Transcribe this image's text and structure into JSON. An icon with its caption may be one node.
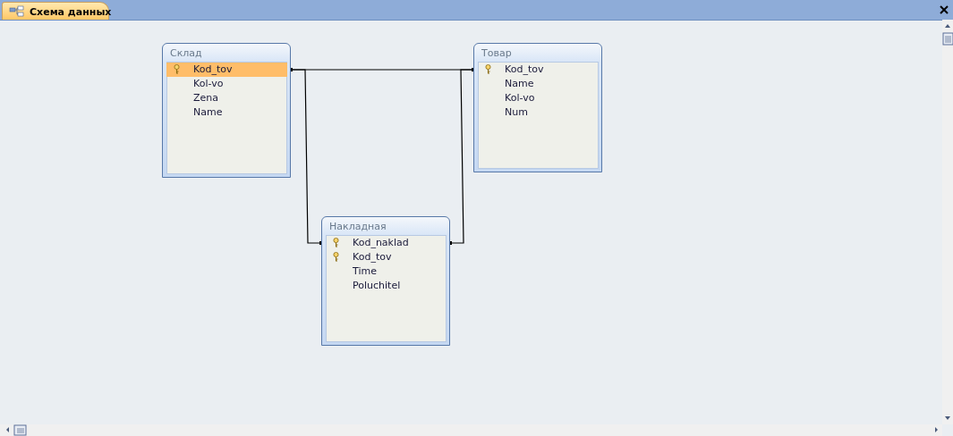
{
  "diagram": {
    "nodes": [
      {
        "text": [
          "Склад"
        ]
      },
      {
        "text": [
          "Kod_tov"
        ],
        "in": 0
      },
      {
        "text": [
          "Kol-vo"
        ],
        "in": 0
      },
      {
        "text": [
          "Zena"
        ],
        "in": 0
      },
      {
        "text": [
          "Name"
        ],
        "in": 0
      },
      {
        "text": [
          "Товар"
        ]
      },
      {
        "text": [
          "Kod_tov"
        ],
        "in": 5
      },
      {
        "text": [
          "Name"
        ],
        "in": 5
      },
      {
        "text": [
          "Kol-vo"
        ],
        "in": 5
      },
      {
        "text": [
          "Num"
        ],
        "in": 5
      },
      {
        "text": [
          "Накладная"
        ]
      },
      {
        "text": [
          "Kod_naklad"
        ],
        "in": 10
      },
      {
        "text": [
          "Kod_tov"
        ],
        "in": 10
      },
      {
        "text": [
          "Time"
        ],
        "in": 10
      },
      {
        "text": [
          "Poluchitel"
        ],
        "in": 10
      }
    ],
    "edges": [
      {
        "from": 1,
        "to": 6,
        "arrow": "other"
      },
      {
        "from": 1,
        "to": 11,
        "arrow": "other"
      },
      {
        "from": 6,
        "to": 11,
        "arrow": "other"
      }
    ],
    "labels": [
      "Схема данных"
    ]
  }
}
